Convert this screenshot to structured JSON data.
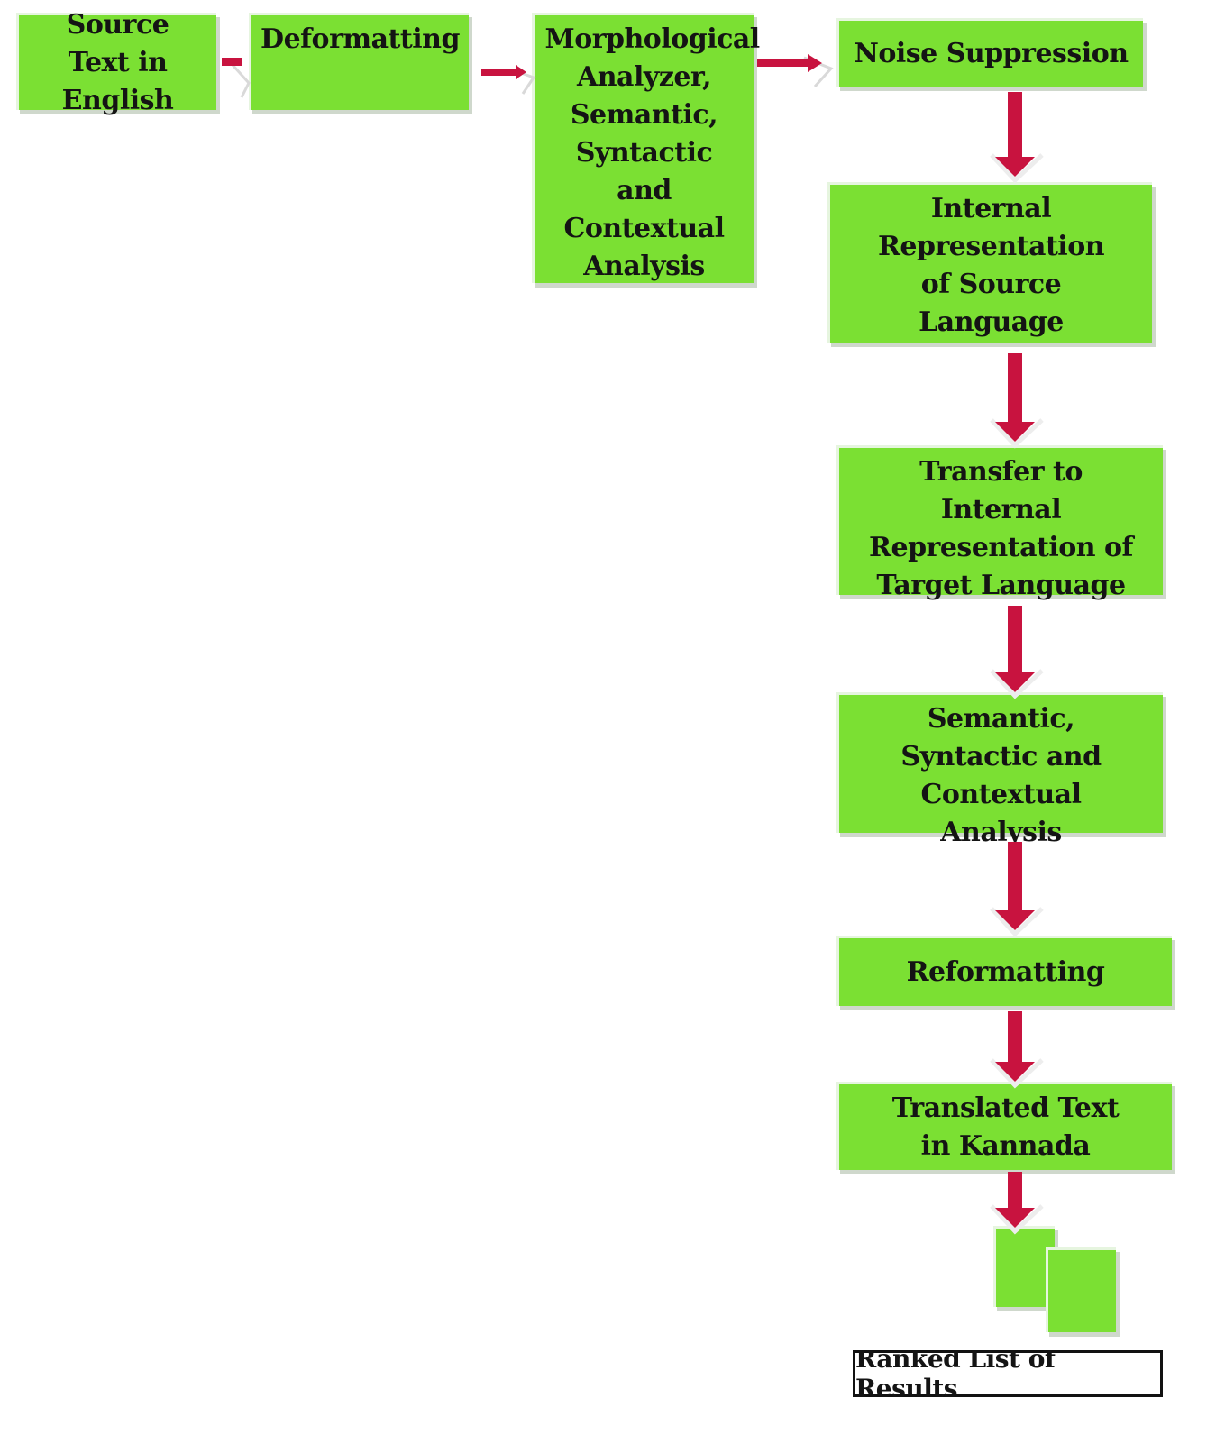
{
  "colors": {
    "box_fill": "#7be033",
    "arrow": "#c8133f",
    "text": "#141414"
  },
  "nodes": {
    "source_text": "Source Text in English",
    "deformatting": "Deformatting",
    "morphological": "Morphological Analyzer, Semantic, Syntactic and Contextual Analysis",
    "noise_suppression": "Noise Suppression",
    "internal_representation": "Internal Representation of Source Language",
    "transfer": "Transfer to Internal Representation of Target Language",
    "semantic_analysis": "Semantic, Syntactic and Contextual Analysis",
    "reformatting": "Reformatting",
    "translated_text": "Translated Text in Kannada",
    "ranked_list": "Ranked List of Results"
  },
  "edges": [
    {
      "from": "source_text",
      "to": "deformatting"
    },
    {
      "from": "deformatting",
      "to": "morphological"
    },
    {
      "from": "morphological",
      "to": "noise_suppression"
    },
    {
      "from": "noise_suppression",
      "to": "internal_representation"
    },
    {
      "from": "internal_representation",
      "to": "transfer"
    },
    {
      "from": "transfer",
      "to": "semantic_analysis"
    },
    {
      "from": "semantic_analysis",
      "to": "reformatting"
    },
    {
      "from": "reformatting",
      "to": "translated_text"
    },
    {
      "from": "translated_text",
      "to": "ranked_list"
    }
  ]
}
